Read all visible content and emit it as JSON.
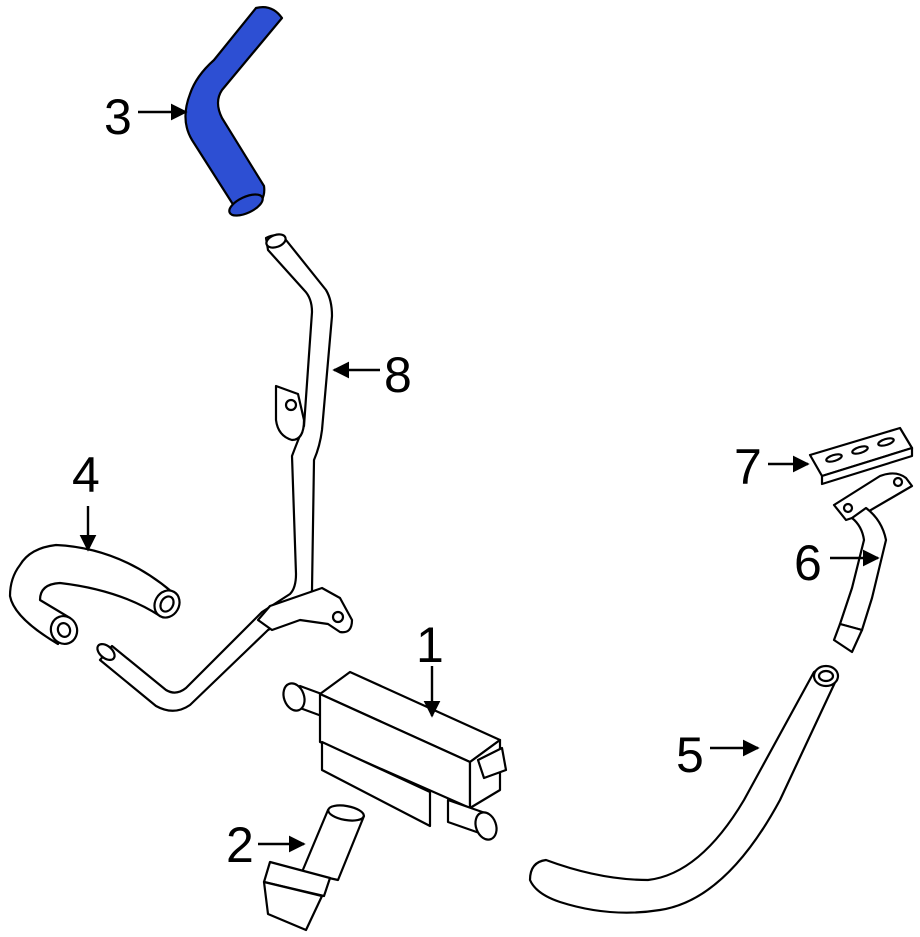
{
  "diagram": {
    "highlight_color": "#2d4fd3",
    "callouts": [
      {
        "id": "1",
        "label": "1"
      },
      {
        "id": "2",
        "label": "2"
      },
      {
        "id": "3",
        "label": "3"
      },
      {
        "id": "4",
        "label": "4"
      },
      {
        "id": "5",
        "label": "5"
      },
      {
        "id": "6",
        "label": "6"
      },
      {
        "id": "7",
        "label": "7"
      },
      {
        "id": "8",
        "label": "8"
      }
    ]
  }
}
